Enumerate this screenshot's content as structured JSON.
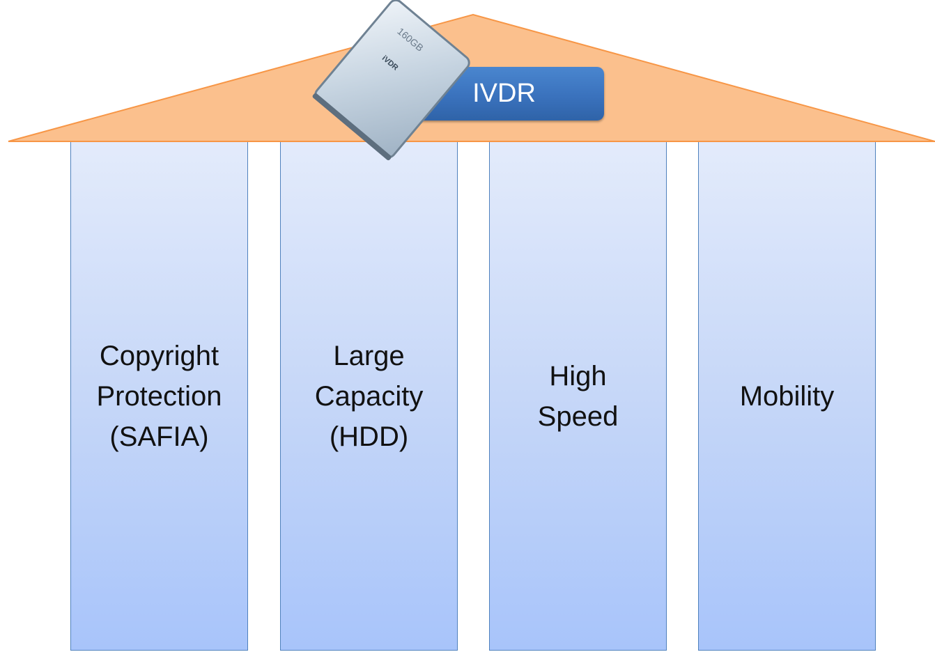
{
  "roof": {
    "fill_color": "#fbc08d",
    "stroke_color": "#f79646"
  },
  "badge": {
    "label": "IVDR",
    "color": "#3a72bd"
  },
  "drive_image": {
    "icon": "hard-drive-icon",
    "capacity_text": "160GB",
    "brand_text": "iVDR"
  },
  "pillars": [
    {
      "label": "Copyright\nProtection\n(SAFIA)"
    },
    {
      "label": "Large\nCapacity\n(HDD)"
    },
    {
      "label": "High\nSpeed"
    },
    {
      "label": "Mobility"
    }
  ]
}
